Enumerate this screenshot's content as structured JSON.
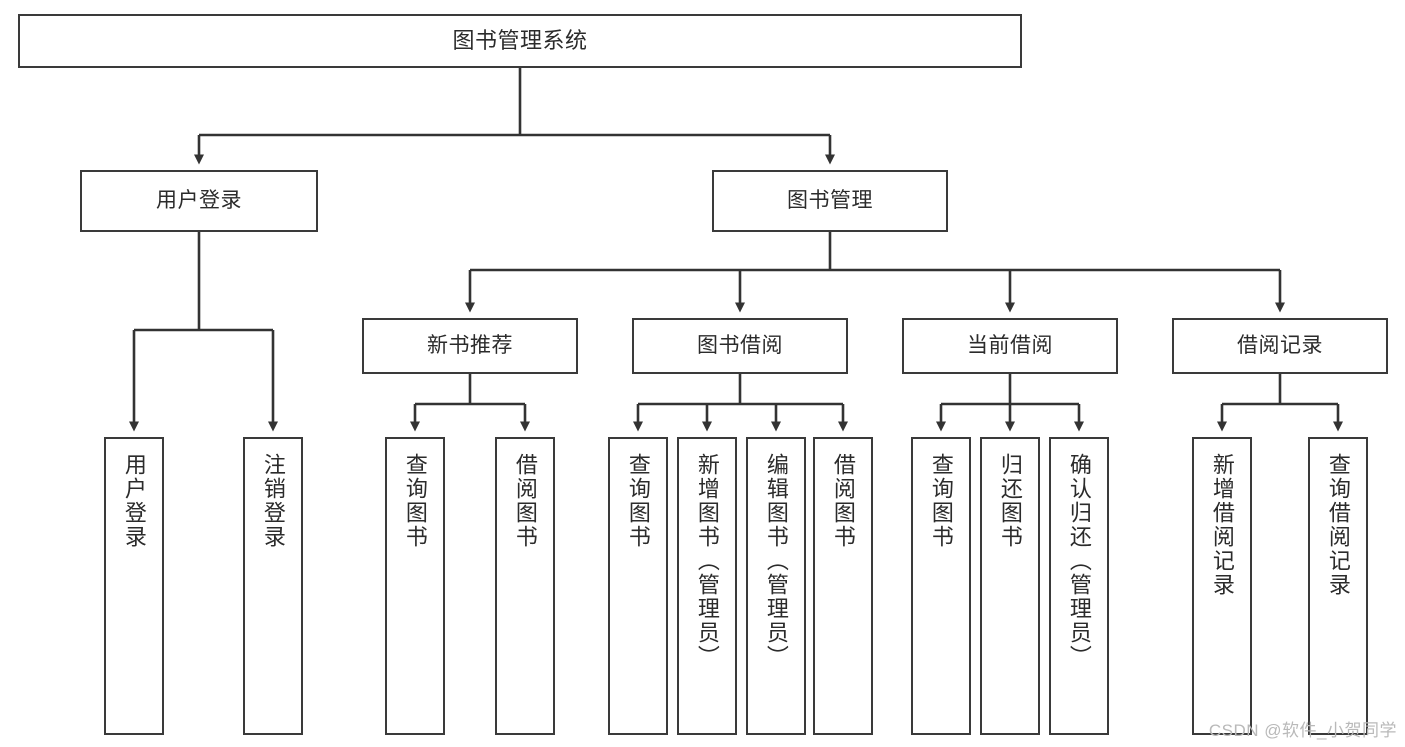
{
  "diagram": {
    "kind": "functional-structure-tree",
    "colors": {
      "border": "#3a3a3a",
      "node_fill": "#ffffff",
      "text": "#2b2b2b",
      "edge": "#333333",
      "watermark": "#b9b9b9",
      "background": "#ffffff"
    },
    "root": {
      "label": "图书管理系统"
    },
    "level2": [
      {
        "label": "用户登录"
      },
      {
        "label": "图书管理"
      }
    ],
    "level3": [
      {
        "label": "新书推荐"
      },
      {
        "label": "图书借阅"
      },
      {
        "label": "当前借阅"
      },
      {
        "label": "借阅记录"
      }
    ],
    "leaves": {
      "user_login": [
        {
          "label": "用户登录"
        },
        {
          "label": "注销登录"
        }
      ],
      "new_book_recommend": [
        {
          "label": "查询图书"
        },
        {
          "label": "借阅图书"
        }
      ],
      "book_borrow": [
        {
          "label": "查询图书"
        },
        {
          "label": "新增图书（管理员）"
        },
        {
          "label": "编辑图书（管理员）"
        },
        {
          "label": "借阅图书"
        }
      ],
      "current_borrow": [
        {
          "label": "查询图书"
        },
        {
          "label": "归还图书"
        },
        {
          "label": "确认归还（管理员）"
        }
      ],
      "borrow_record": [
        {
          "label": "新增借阅记录"
        },
        {
          "label": "查询借阅记录"
        }
      ]
    }
  },
  "watermark": {
    "text": "CSDN @软件_小贺同学"
  }
}
